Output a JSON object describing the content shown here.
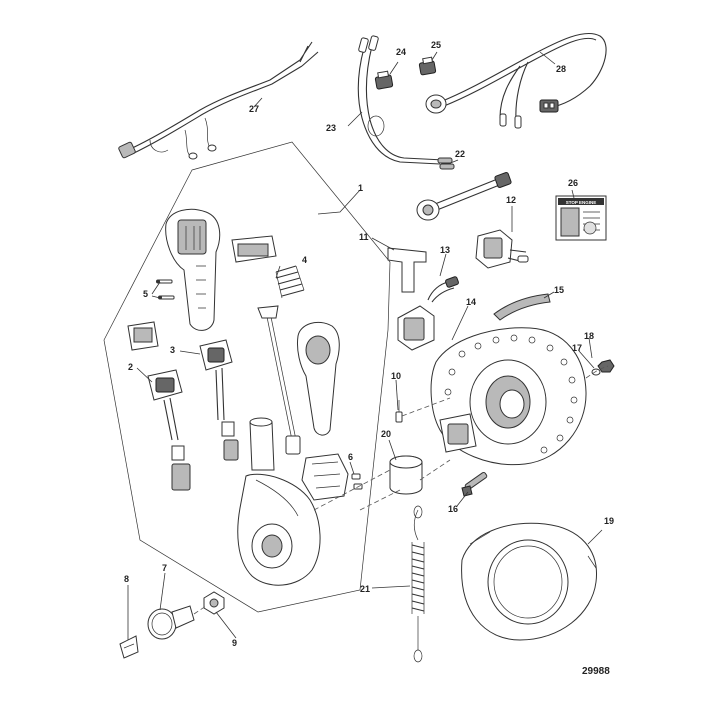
{
  "figure_number": "29988",
  "callouts": [
    "1",
    "2",
    "3",
    "4",
    "5",
    "6",
    "7",
    "8",
    "9",
    "10",
    "11",
    "12",
    "13",
    "14",
    "15",
    "16",
    "17",
    "18",
    "19",
    "20",
    "21",
    "22",
    "23",
    "24",
    "25",
    "26",
    "27",
    "28"
  ],
  "warning_label": {
    "heading": "STOP ENGINE"
  }
}
